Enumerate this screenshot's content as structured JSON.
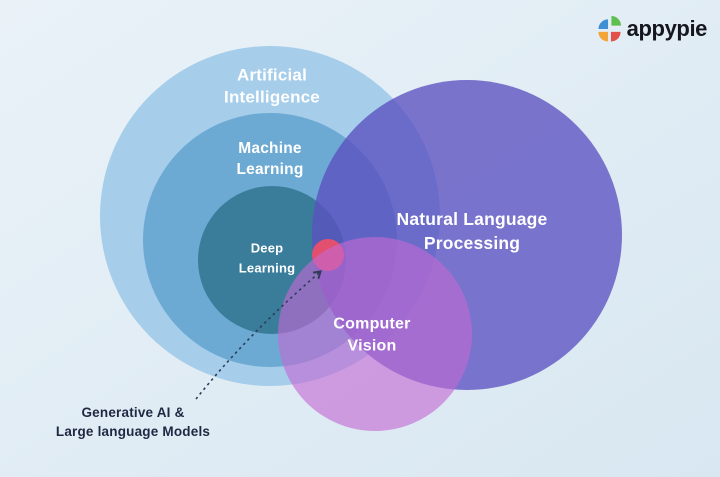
{
  "brand": {
    "name": "appypie",
    "text_color": "#16161e",
    "icon_colors": {
      "blue": "#3f8fd4",
      "green": "#5fbf4e",
      "yellow": "#f2a53a",
      "red": "#e25048"
    }
  },
  "background": {
    "gradient_from": "#eaf2f8",
    "gradient_to": "#d8e7f1"
  },
  "venn": {
    "ai": {
      "label": "Artificial\nIntelligence",
      "color": "#a6cdea"
    },
    "ml": {
      "label": "Machine\nLearning",
      "color": "#6caad3"
    },
    "dl": {
      "label": "Deep\nLearning",
      "color": "#3a7d9b"
    },
    "nlp": {
      "label": "Natural Language\nProcessing",
      "color": "#5b51c0"
    },
    "cv": {
      "label": "Computer\nVision",
      "color": "#c469d4"
    },
    "genai": {
      "label": "Generative AI &\nLarge language Models",
      "dot_color": "#e3506f",
      "text_color": "#1f2742",
      "line_color": "#303b55"
    }
  }
}
